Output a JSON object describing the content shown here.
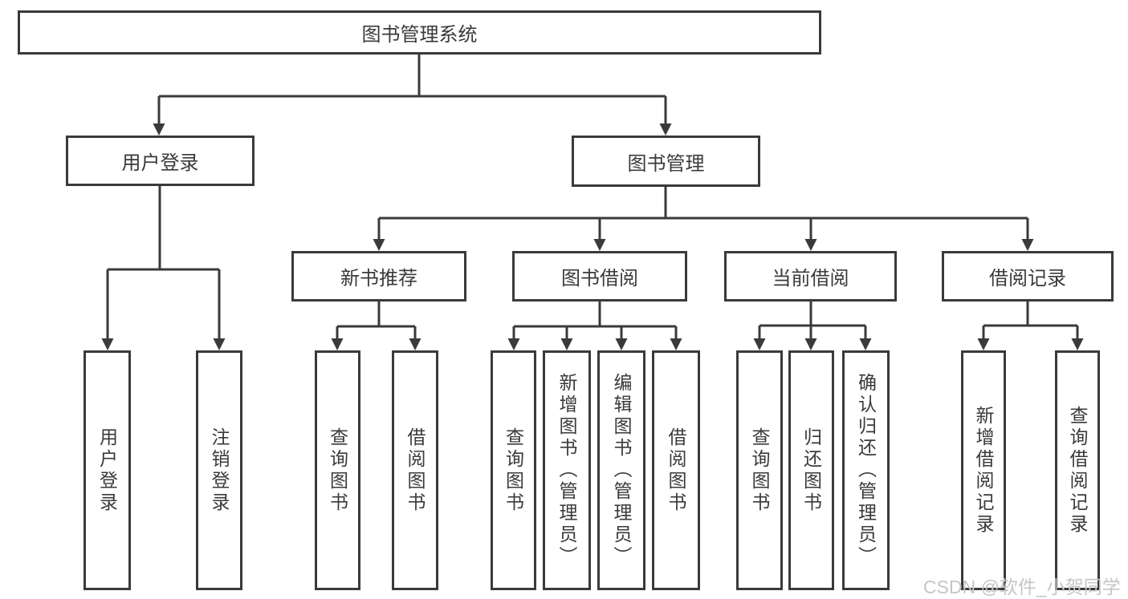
{
  "diagram": {
    "root": {
      "label": "图书管理系统"
    },
    "level2": [
      {
        "label": "用户登录"
      },
      {
        "label": "图书管理"
      }
    ],
    "level3": [
      {
        "label": "新书推荐"
      },
      {
        "label": "图书借阅"
      },
      {
        "label": "当前借阅"
      },
      {
        "label": "借阅记录"
      }
    ],
    "leaves": {
      "user_login": [
        {
          "label": "用户登录"
        },
        {
          "label": "注销登录"
        }
      ],
      "new_book_recommend": [
        {
          "label": "查询图书"
        },
        {
          "label": "借阅图书"
        }
      ],
      "book_borrowing": [
        {
          "label": "查询图书"
        },
        {
          "label": "新增图书（管理员）"
        },
        {
          "label": "编辑图书（管理员）"
        },
        {
          "label": "借阅图书"
        }
      ],
      "current_borrowing": [
        {
          "label": "查询图书"
        },
        {
          "label": "归还图书"
        },
        {
          "label": "确认归还（管理员）"
        }
      ],
      "borrowing_records": [
        {
          "label": "新增借阅记录"
        },
        {
          "label": "查询借阅记录"
        }
      ]
    },
    "watermark": "CSDN @软件_小贺同学",
    "colors": {
      "line": "#3a3a3a",
      "text": "#3a3a3a",
      "watermark": "#c5c5c5",
      "background": "#ffffff"
    }
  }
}
